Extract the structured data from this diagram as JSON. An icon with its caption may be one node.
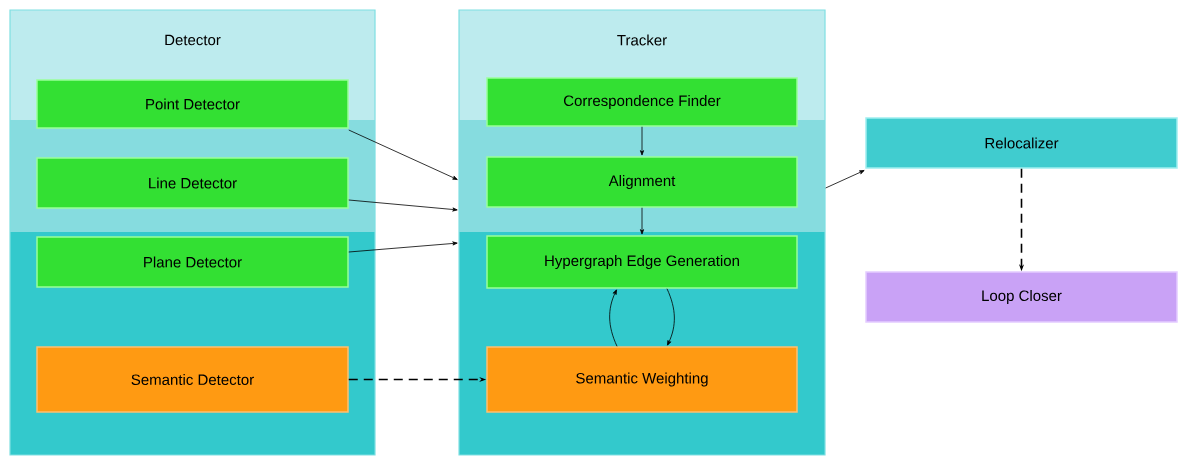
{
  "diagram": {
    "nodes": [
      {
        "text": [
          "Detector"
        ]
      },
      {
        "text": [
          "Point Detector"
        ],
        "in": 0
      },
      {
        "text": [
          "Line Detector"
        ],
        "in": 0
      },
      {
        "text": [
          "Plane Detector"
        ],
        "in": 0
      },
      {
        "text": [
          "Semantic Detector"
        ],
        "in": 0
      },
      {
        "text": [
          "Tracker"
        ]
      },
      {
        "text": [
          "Correspondence Finder"
        ],
        "in": 5
      },
      {
        "text": [
          "Alignment"
        ],
        "in": 5
      },
      {
        "text": [
          "Hypergraph Edge Generation"
        ],
        "in": 5
      },
      {
        "text": [
          "Semantic Weighting"
        ],
        "in": 5
      },
      {
        "text": [
          "Relocalizer"
        ]
      },
      {
        "text": [
          "Loop Closer"
        ]
      }
    ],
    "edges": [
      {
        "from": 1,
        "to": 5,
        "arrow": "to"
      },
      {
        "from": 2,
        "to": 5,
        "arrow": "to"
      },
      {
        "from": 3,
        "to": 5,
        "arrow": "to"
      },
      {
        "from": 4,
        "to": 9,
        "arrow": "to",
        "style": "dashed"
      },
      {
        "from": 6,
        "to": 7,
        "arrow": "to"
      },
      {
        "from": 7,
        "to": 8,
        "arrow": "to"
      },
      {
        "from": 9,
        "to": 8,
        "arrow": "to"
      },
      {
        "from": 8,
        "to": 9,
        "arrow": "to"
      },
      {
        "from": 5,
        "to": 10,
        "arrow": "to"
      },
      {
        "from": 10,
        "to": 11,
        "arrow": "to",
        "style": "dashed"
      }
    ]
  }
}
